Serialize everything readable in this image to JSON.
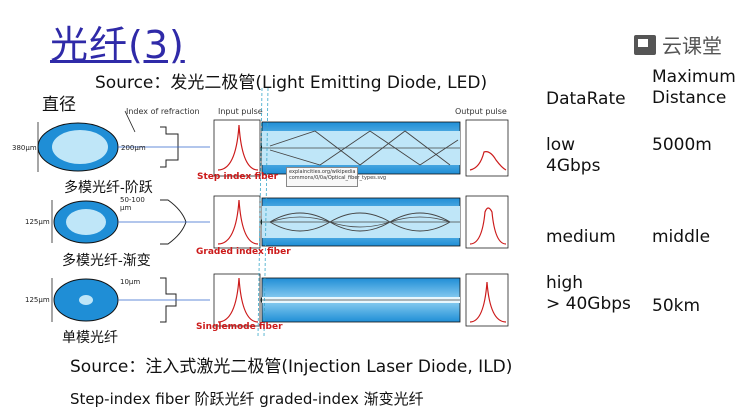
{
  "title": "光纤(3)",
  "brand": {
    "name": "云课堂",
    "icon": "cloud-classroom-icon"
  },
  "source_top": "Source：发光二极管(Light Emitting Diode, LED)",
  "source_bottom": "Source：注入式激光二极管(Injection Laser Diode, ILD)",
  "footnote": "Step-index fiber 阶跃光纤  graded-index 渐变光纤",
  "diagram": {
    "diameter_label": "直径",
    "index_label": "Index of refraction",
    "input_label": "Input pulse",
    "output_label": "Output pulse",
    "tooltip": "explaincities.org/wikipedia commons/0/0a/Optical_fiber_types.svg",
    "rows": [
      {
        "name": "多模光纤-阶跃",
        "type": "Step index fiber",
        "outer": "380μm",
        "core": "200μm"
      },
      {
        "name": "多模光纤-渐变",
        "type": "Graded index fiber",
        "outer": "125μm",
        "core": "50-100 μm"
      },
      {
        "name": "单模光纤",
        "type": "Singlemode fiber",
        "outer": "125μm",
        "core": "10μm"
      }
    ]
  },
  "table": {
    "header_rate": "DataRate",
    "header_distance": "Maximum\nDistance",
    "rows": [
      {
        "rate": "low\n4Gbps",
        "distance": "5000m"
      },
      {
        "rate": "medium",
        "distance": "middle"
      },
      {
        "rate": "high\n> 40Gbps",
        "distance": "50km"
      }
    ]
  },
  "colors": {
    "title": "#2f2aa8",
    "fiber_type": "#cc1b1b",
    "cladding": "#1f8ed6",
    "core": "#bfe6f8"
  }
}
